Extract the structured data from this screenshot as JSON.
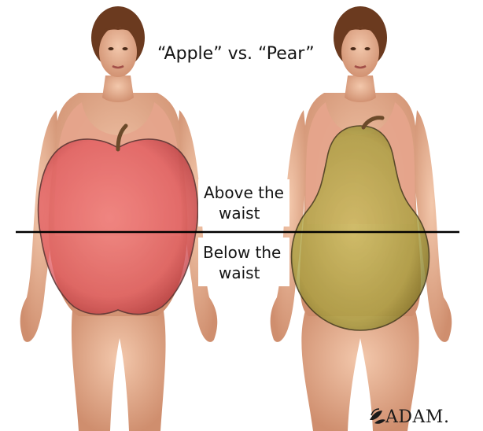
{
  "title": "“Apple” vs. “Pear”",
  "waist_labels": {
    "above_line1": "Above the",
    "above_line2": "waist",
    "below_line1": "Below the",
    "below_line2": "waist"
  },
  "logo_text": "ADAM.",
  "figures": [
    {
      "shape": "apple",
      "overlay_color": "#e2585e"
    },
    {
      "shape": "pear",
      "overlay_color": "#a9a040"
    }
  ],
  "colors": {
    "skin": "#e9b596",
    "skin_shadow": "#c98566",
    "hair": "#6b3a1f",
    "tank_top": "#e6a48c",
    "apple_fill": "#e2585e",
    "apple_dark": "#b8383f",
    "pear_fill": "#a9a040",
    "pear_dark": "#7d7424",
    "waist_line": "#000000"
  }
}
